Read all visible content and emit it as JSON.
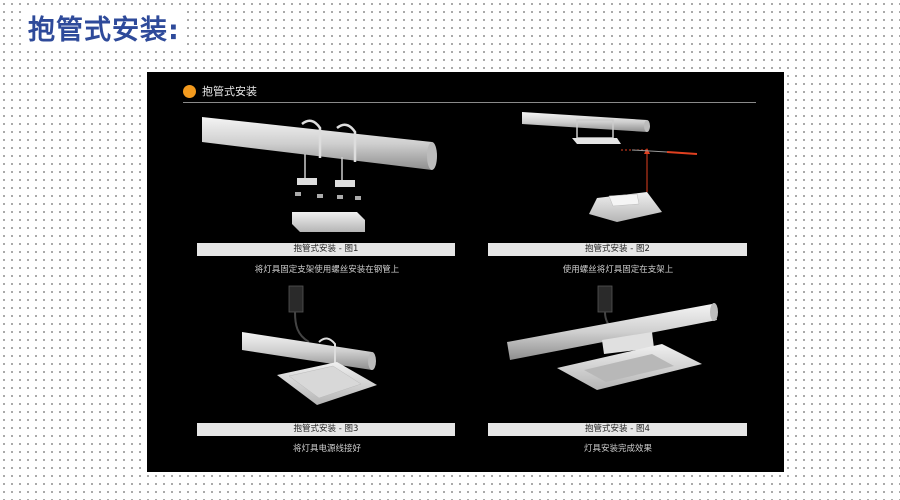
{
  "page": {
    "title": "抱管式安装:"
  },
  "panel": {
    "heading": "抱管式安装"
  },
  "figures": [
    {
      "label": "抱管式安装 - 图1",
      "description": "将灯具固定支架使用螺丝安装在钢管上"
    },
    {
      "label": "抱管式安装 - 图2",
      "description": "使用螺丝将灯具固定在支架上"
    },
    {
      "label": "抱管式安装 - 图3",
      "description": "将灯具电源线接好"
    },
    {
      "label": "抱管式安装 - 图4",
      "description": "灯具安装完成效果"
    }
  ],
  "colors": {
    "title": "#2e4a9a",
    "accent_dot": "#f39a1e",
    "panel_bg": "#000000",
    "caption_bar": "#e6e6e6",
    "arrow": "#e04020"
  }
}
